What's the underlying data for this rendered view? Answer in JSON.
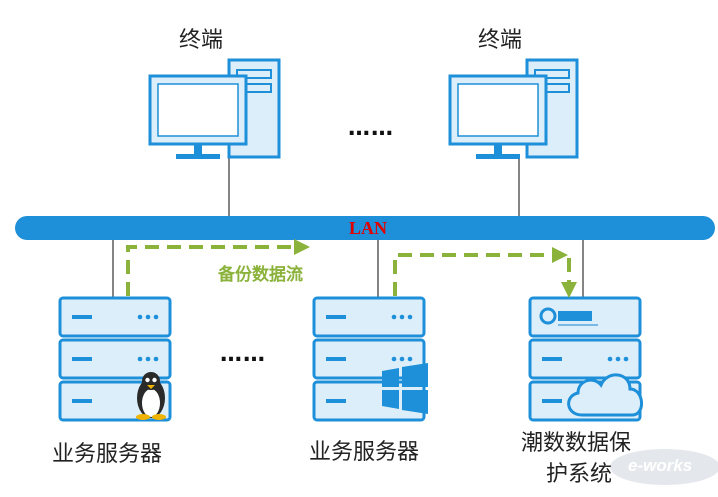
{
  "terminals": [
    {
      "label": "终端"
    },
    {
      "label": "终端"
    }
  ],
  "ellipsis_top": "……",
  "ellipsis_bottom": "……",
  "network": {
    "label": "LAN"
  },
  "backup_flow": {
    "label": "备份数据流"
  },
  "servers": [
    {
      "label": "业务服务器",
      "os_icon": "linux-penguin-icon"
    },
    {
      "label": "业务服务器",
      "os_icon": "windows-logo-icon"
    }
  ],
  "protection_system": {
    "label_line1": "潮数数据保",
    "label_line2": "护系统",
    "brand_icon": "cloud-icon"
  },
  "watermark": {
    "text": "e-works"
  },
  "colors": {
    "lan_bar": "#1e8fd9",
    "device_fill": "#dbeef9",
    "device_stroke": "#1e8fd9",
    "flow_green": "#8bb23a",
    "lan_text": "#e00000"
  }
}
